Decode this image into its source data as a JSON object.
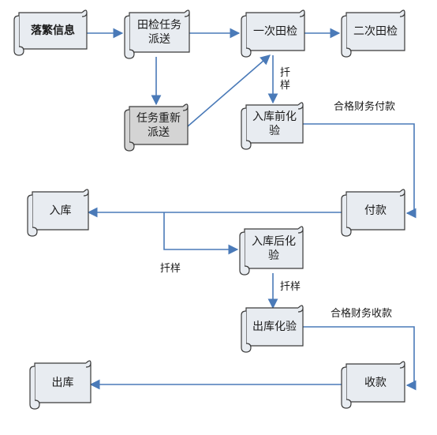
{
  "nodes": [
    {
      "id": "luofan",
      "label": "落繁信息",
      "bold": true,
      "shaded": false
    },
    {
      "id": "paifa",
      "label": "田检任务\n派送",
      "bold": false,
      "shaded": false
    },
    {
      "id": "yici",
      "label": "一次田检",
      "bold": false,
      "shaded": false
    },
    {
      "id": "erci",
      "label": "二次田检",
      "bold": false,
      "shaded": false
    },
    {
      "id": "chongxin",
      "label": "任务重新\n派送",
      "bold": false,
      "shaded": true
    },
    {
      "id": "ruqianhua",
      "label": "入库前化\n验",
      "bold": false,
      "shaded": false
    },
    {
      "id": "ruku",
      "label": "入库",
      "bold": false,
      "shaded": false
    },
    {
      "id": "fukuan",
      "label": "付款",
      "bold": false,
      "shaded": false
    },
    {
      "id": "ruhouhua",
      "label": "入库后化\n验",
      "bold": false,
      "shaded": false
    },
    {
      "id": "chuhua",
      "label": "出库化验",
      "bold": false,
      "shaded": false
    },
    {
      "id": "chuku",
      "label": "出库",
      "bold": false,
      "shaded": false
    },
    {
      "id": "shoukuan",
      "label": "收款",
      "bold": false,
      "shaded": false
    }
  ],
  "edge_labels": {
    "sample_1": "扦\n样",
    "pay_ok": "合格财务付款",
    "sample_2": "扦样",
    "sample_3": "扦样",
    "receive_ok": "合格财务收款"
  },
  "colors": {
    "arrow": "#4a7ab8",
    "node_fill": "#e8ecf1",
    "node_fill_shaded": "#d4d4d4",
    "node_stroke": "#3a3a3a"
  }
}
